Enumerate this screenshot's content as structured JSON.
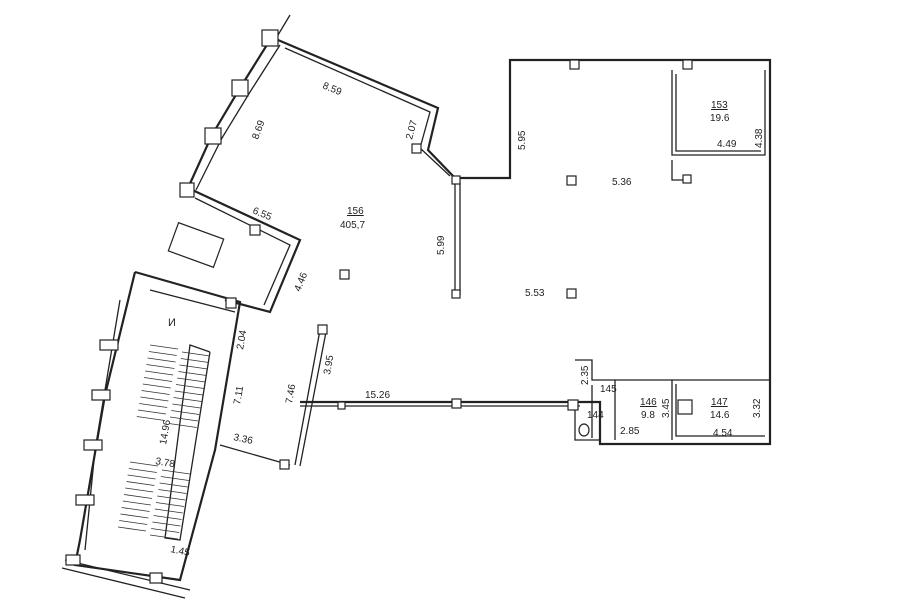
{
  "rooms": [
    {
      "number": "156",
      "area": "405,7"
    },
    {
      "number": "153",
      "area": "19.6"
    },
    {
      "number": "146",
      "area": "9.8"
    },
    {
      "number": "147",
      "area": "14.6"
    },
    {
      "number": "145"
    },
    {
      "number": "144"
    },
    {
      "number": "И"
    }
  ],
  "dimensions": [
    "8.59",
    "8.69",
    "2.07",
    "5.95",
    "5.36",
    "4.49",
    "4.38",
    "6.55",
    "5.99",
    "4.46",
    "5.53",
    "2.04",
    "3.95",
    "7.46",
    "7.11",
    "15.26",
    "2.35",
    "3.45",
    "3.32",
    "2.85",
    "4.54",
    "14.96",
    "3.78",
    "3.36",
    "1.45"
  ]
}
